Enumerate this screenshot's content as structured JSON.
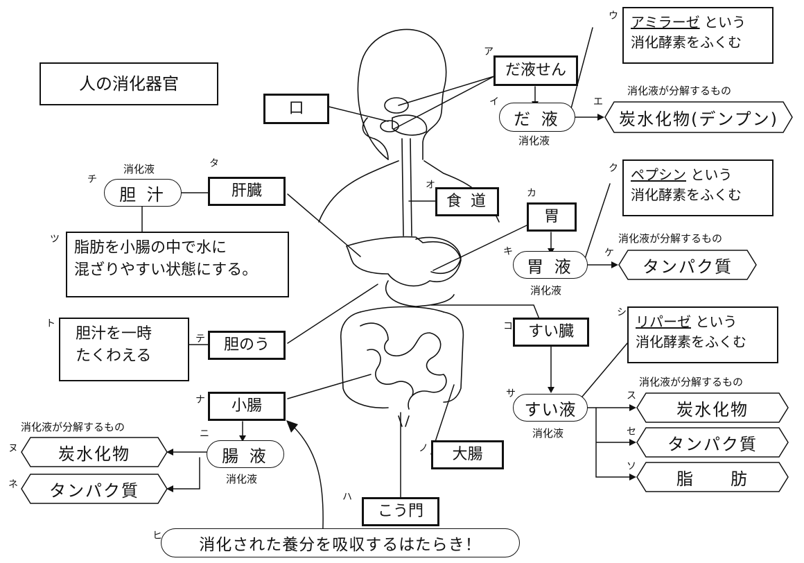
{
  "title": "人の消化器官",
  "markers": {
    "a": "ア",
    "i": "イ",
    "u": "ウ",
    "e": "エ",
    "o": "オ",
    "ka": "カ",
    "ki": "キ",
    "ku": "ク",
    "ke": "ケ",
    "ko": "コ",
    "sa": "サ",
    "shi": "シ",
    "su": "ス",
    "se": "セ",
    "so": "ソ",
    "ta": "タ",
    "chi": "チ",
    "tsu": "ツ",
    "te": "テ",
    "to": "ト",
    "na": "ナ",
    "ni": "ニ",
    "nu": "ヌ",
    "ne": "ネ",
    "no": "ノ",
    "ha": "ハ",
    "hi": "ヒ"
  },
  "organs": {
    "mouth": "口",
    "salivary_gland": "だ液せん",
    "esophagus": "食 道",
    "stomach": "胃",
    "pancreas": "すい臓",
    "liver": "肝臓",
    "gallbladder": "胆のう",
    "small_intestine": "小腸",
    "large_intestine": "大腸",
    "anus": "こう門"
  },
  "juices": {
    "saliva": "だ 液",
    "gastric": "胃 液",
    "pancreatic": "すい液",
    "bile": "胆 汁",
    "intestinal": "腸 液",
    "caption": "消化液"
  },
  "enzymes": {
    "amylase_name": "アミラーゼ",
    "amylase_rest": " という",
    "pepsin_name": "ペプシン",
    "pepsin_rest": " という",
    "lipase_name": "リパーゼ",
    "lipase_rest": " という",
    "line2": "消化酵素をふくむ"
  },
  "decompose_label": "消化液が分解するもの",
  "nutrients": {
    "starch": "炭水化物(デンプン)",
    "protein": "タンパク質",
    "carbs": "炭水化物",
    "fat": "脂　　肪"
  },
  "notes": {
    "bile_line1": "脂肪を小腸の中で水に",
    "bile_line2": "混ざりやすい状態にする。",
    "gallbladder_line1": "胆汁を一時",
    "gallbladder_line2": "たくわえる",
    "absorb": "消化された養分を吸収するはたらき！"
  }
}
